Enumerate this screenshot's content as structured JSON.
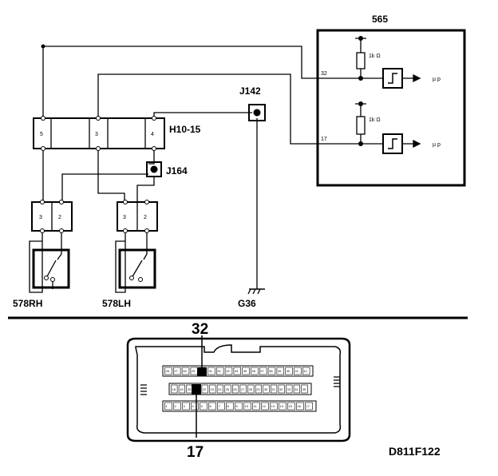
{
  "diagram": {
    "ecu": {
      "label": "565",
      "pin_upper": "32",
      "pin_lower": "17",
      "resistor_label": "1k  Ω",
      "output_label": "µ p"
    },
    "ground_block": {
      "label": "H10-15",
      "pins": [
        "5",
        "3",
        "4"
      ]
    },
    "junction_top": {
      "label": "J142"
    },
    "junction_mid": {
      "label": "J164"
    },
    "switch_connectors": [
      {
        "pins": [
          "3",
          "2"
        ]
      },
      {
        "pins": [
          "3",
          "2"
        ]
      }
    ],
    "switch_right": {
      "label": "578RH"
    },
    "switch_left": {
      "label": "578LH"
    },
    "ground": {
      "label": "G36"
    },
    "connector_callout_upper": "32",
    "connector_callout_lower": "17",
    "figure_code": "D811F122",
    "connector_rows": {
      "top": [
        "26",
        "27",
        "28",
        "29",
        "30",
        "31",
        "32",
        "33",
        "34",
        "35",
        "36",
        "37",
        "38",
        "39",
        "40",
        "41",
        "42"
      ],
      "middle": [
        "18",
        "19",
        "20",
        "21",
        "22",
        "23",
        "24",
        "25",
        "26",
        "27",
        "28",
        "29",
        "30",
        "31",
        "32",
        "33",
        "34",
        "35"
      ],
      "bottom": [
        "1",
        "2",
        "3",
        "4",
        "5",
        "6",
        "7",
        "8",
        "9",
        "10",
        "11",
        "12",
        "13",
        "14",
        "15",
        "16",
        "17"
      ]
    },
    "colors": {
      "line": "#000000",
      "background": "#ffffff"
    }
  }
}
